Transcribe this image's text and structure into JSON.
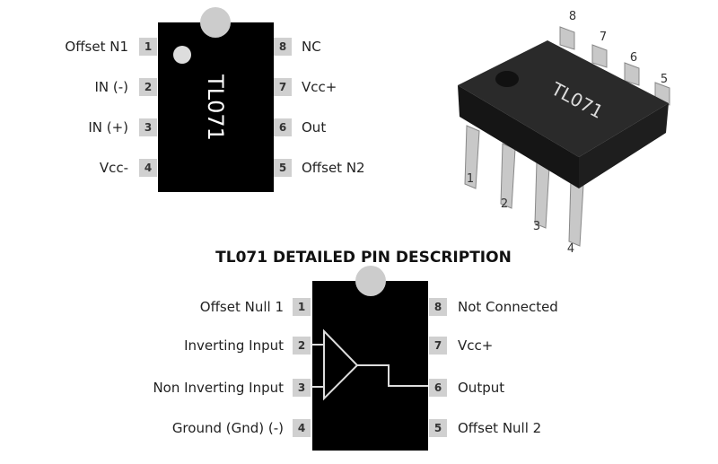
{
  "top_chip": {
    "part": "TL071",
    "left_pins": [
      {
        "num": "1",
        "label": "Offset N1"
      },
      {
        "num": "2",
        "label": "IN (-)"
      },
      {
        "num": "3",
        "label": "IN (+)"
      },
      {
        "num": "4",
        "label": "Vcc-"
      }
    ],
    "right_pins": [
      {
        "num": "8",
        "label": "NC"
      },
      {
        "num": "7",
        "label": "Vcc+"
      },
      {
        "num": "6",
        "label": "Out"
      },
      {
        "num": "5",
        "label": "Offset N2"
      }
    ]
  },
  "photo": {
    "part": "TL071",
    "pin_numbers": [
      "1",
      "2",
      "3",
      "4",
      "5",
      "6",
      "7",
      "8"
    ]
  },
  "title": "TL071 DETAILED PIN DESCRIPTION",
  "bottom_chip": {
    "left_pins": [
      {
        "num": "1",
        "label": "Offset Null 1"
      },
      {
        "num": "2",
        "label": "Inverting Input"
      },
      {
        "num": "3",
        "label": "Non Inverting Input"
      },
      {
        "num": "4",
        "label": "Ground (Gnd) (-)"
      }
    ],
    "right_pins": [
      {
        "num": "8",
        "label": "Not Connected"
      },
      {
        "num": "7",
        "label": "Vcc+"
      },
      {
        "num": "6",
        "label": "Output"
      },
      {
        "num": "5",
        "label": "Offset Null 2"
      }
    ]
  },
  "colors": {
    "chip": "#000000",
    "pin_box": "#d0d0d0",
    "text": "#222222"
  }
}
